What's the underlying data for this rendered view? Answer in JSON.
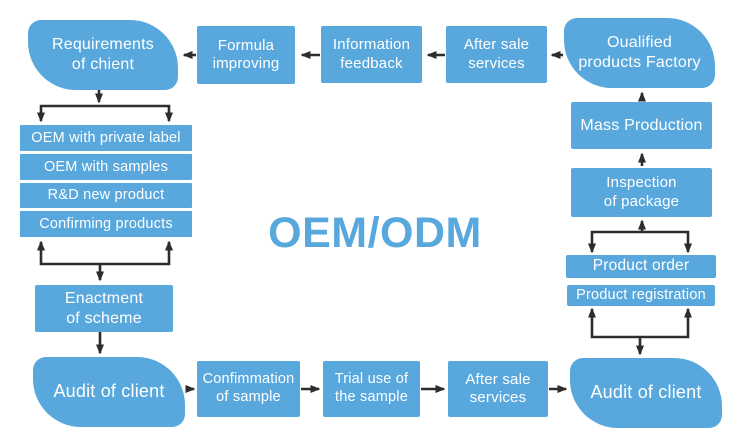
{
  "title": "OEM/ODM",
  "colors": {
    "node_blue": "#58a8dd",
    "title_blue": "#58a8dd",
    "arrow_dark": "#2d2d2d",
    "node_text": "#ffffff",
    "background": "#ffffff"
  },
  "nodes": {
    "requirements": {
      "line1": "Requirements",
      "line2": "of chient"
    },
    "formula": {
      "line1": "Formula",
      "line2": "improving"
    },
    "information_feedback": {
      "line1": "Information",
      "line2": "feedback"
    },
    "after_sale_top": {
      "line1": "After sale",
      "line2": "services"
    },
    "factory": {
      "line1": "Oualified",
      "line2": "products Factory"
    },
    "mass_production": {
      "label": "Mass Production"
    },
    "inspection": {
      "line1": "Inspection",
      "line2": "of package"
    },
    "product_order": {
      "label": "Product order"
    },
    "product_registration": {
      "label": "Product registration"
    },
    "audit_right": {
      "label": "Audit of client"
    },
    "after_sale_bottom": {
      "line1": "After sale",
      "line2": "services"
    },
    "trial_use": {
      "line1": "Trial use of",
      "line2": "the sample"
    },
    "confirmation": {
      "line1": "Confimmation",
      "line2": "of sample"
    },
    "audit_left": {
      "label": "Audit of client"
    },
    "enactment": {
      "line1": "Enactment",
      "line2": "of scheme"
    },
    "oem_group": {
      "items": [
        "OEM with private label",
        "OEM with samples",
        "R&D new product",
        "Confirming products"
      ]
    }
  }
}
